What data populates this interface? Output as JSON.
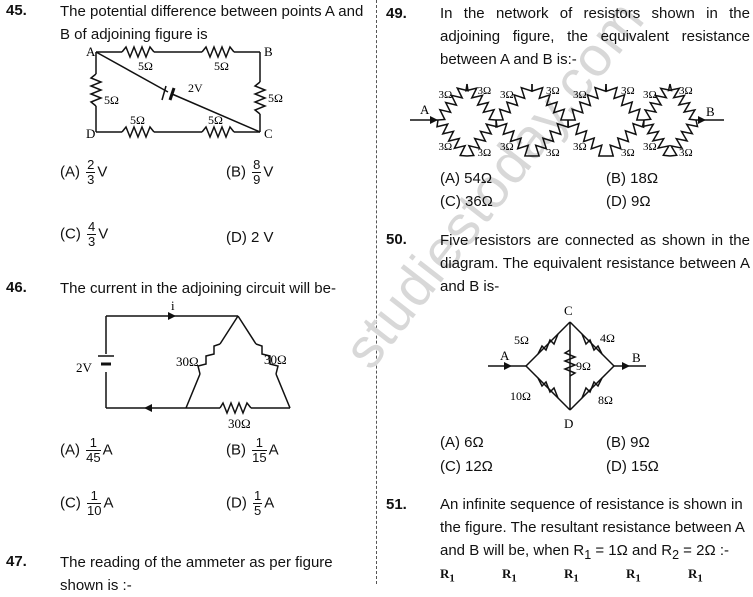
{
  "watermark": "studiestoday.com",
  "q45": {
    "num": "45.",
    "text": "The potential difference between points A and B of adjoining figure is",
    "fig": {
      "A": "A",
      "B": "B",
      "C": "C",
      "D": "D",
      "r_top": "5Ω",
      "r_diag": "5Ω",
      "r_left": "5Ω",
      "r_right": "5Ω",
      "r_bottom1": "5Ω",
      "r_bottom2": "5Ω",
      "battery": "2V"
    },
    "options": [
      {
        "label": "(A)",
        "num": "2",
        "den": "3",
        "unit": "V"
      },
      {
        "label": "(B)",
        "num": "8",
        "den": "9",
        "unit": "V"
      },
      {
        "label": "(C)",
        "num": "4",
        "den": "3",
        "unit": "V"
      },
      {
        "label": "(D)",
        "text": "2 V"
      }
    ]
  },
  "q46": {
    "num": "46.",
    "text": "The current in the adjoining circuit will be-",
    "fig": {
      "current": "i",
      "battery": "2V",
      "r_left": "30Ω",
      "r_right": "30Ω",
      "r_bottom": "30Ω"
    },
    "options": [
      {
        "label": "(A)",
        "num": "1",
        "den": "45",
        "unit": "A"
      },
      {
        "label": "(B)",
        "num": "1",
        "den": "15",
        "unit": "A"
      },
      {
        "label": "(C)",
        "num": "1",
        "den": "10",
        "unit": "A"
      },
      {
        "label": "(D)",
        "num": "1",
        "den": "5",
        "unit": "A"
      }
    ]
  },
  "q47": {
    "num": "47.",
    "text": "The reading of the ammeter as per figure shown is :-"
  },
  "q49": {
    "num": "49.",
    "text": "In the network of resistors shown in the adjoining figure, the equivalent resistance between A and B is:-",
    "fig": {
      "A": "A",
      "B": "B",
      "r": "3Ω"
    },
    "options": [
      {
        "label": "(A)",
        "text": "54Ω"
      },
      {
        "label": "(B)",
        "text": "18Ω"
      },
      {
        "label": "(C)",
        "text": "36Ω"
      },
      {
        "label": "(D)",
        "text": "9Ω"
      }
    ]
  },
  "q50": {
    "num": "50.",
    "text": "Five resistors are connected as shown in the diagram. The equivalent resistance between A and B is-",
    "fig": {
      "A": "A",
      "B": "B",
      "C": "C",
      "D": "D",
      "r_ac": "5Ω",
      "r_cb": "4Ω",
      "r_cd": "9Ω",
      "r_ad": "10Ω",
      "r_db": "8Ω"
    },
    "options": [
      {
        "label": "(A)",
        "text": "6Ω"
      },
      {
        "label": "(B)",
        "text": "9Ω"
      },
      {
        "label": "(C)",
        "text": "12Ω"
      },
      {
        "label": "(D)",
        "text": "15Ω"
      }
    ]
  },
  "q51": {
    "num": "51.",
    "text": "An infinite sequence of resistance is shown in the figure. The resultant resistance between A and B will be, when R",
    "fig": {
      "r_label": "R",
      "r_sub": "1"
    }
  }
}
